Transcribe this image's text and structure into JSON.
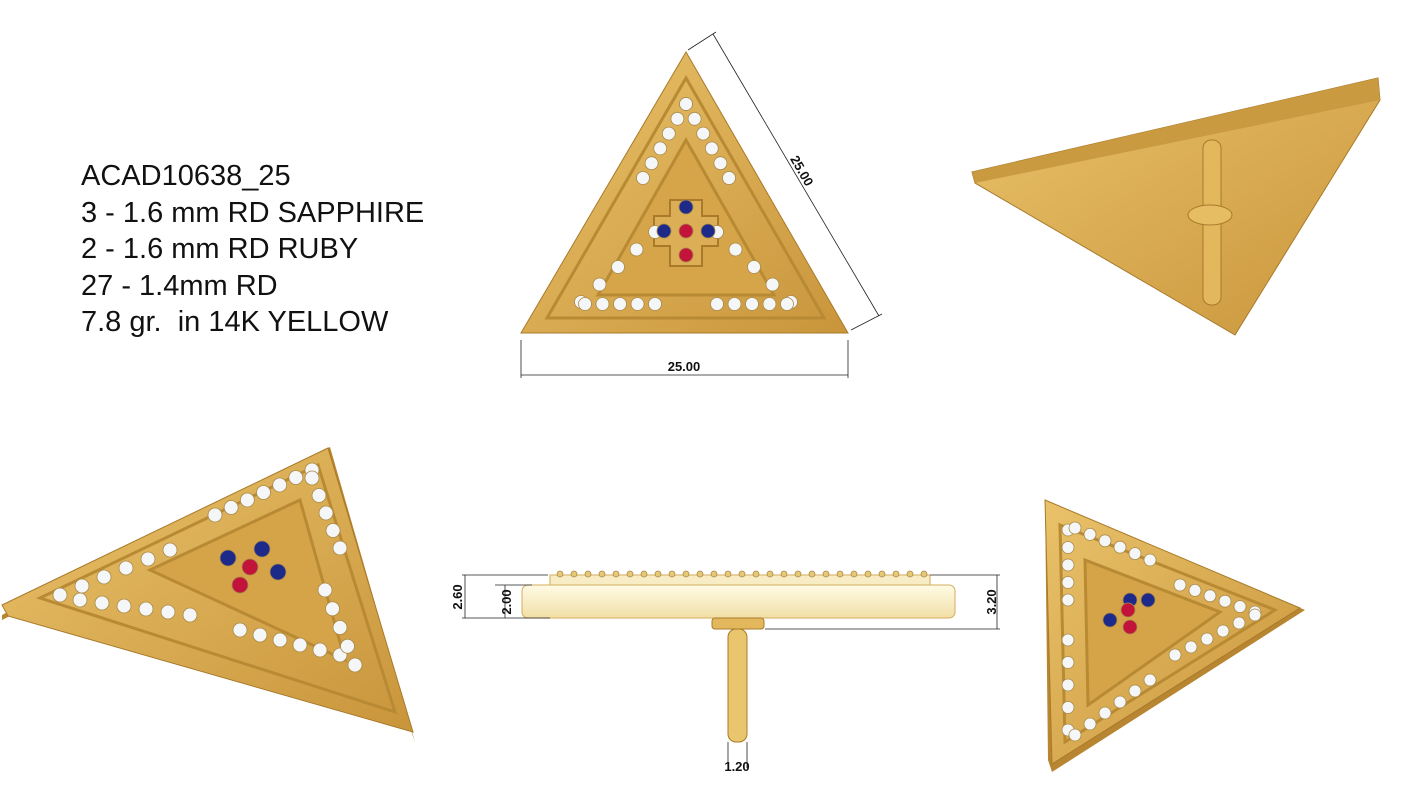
{
  "spec": {
    "model": "ACAD10638_25",
    "lines": [
      "3 - 1.6 mm RD SAPPHIRE",
      "2 - 1.6 mm RD RUBY",
      "27 - 1.4mm RD",
      "7.8 gr.  in 14K YELLOW"
    ]
  },
  "dimensions": {
    "front_width": "25.00",
    "front_side": "25.00",
    "side_total_height": "2.60",
    "side_plate_height": "2.00",
    "side_with_post_height": "3.20",
    "post_diameter": "1.20"
  },
  "colors": {
    "gold": "#d9a84c",
    "gold_dark": "#b5832c",
    "gold_light": "#f3d58a",
    "sapphire": "#1d2a8a",
    "ruby": "#c2143a",
    "diamond": "#f4f6f8"
  },
  "icons": [
    "triangle-pendant-front-render",
    "triangle-pendant-back-render",
    "triangle-pendant-perspective-render",
    "triangle-pendant-side-render",
    "triangle-pendant-angled-render"
  ]
}
